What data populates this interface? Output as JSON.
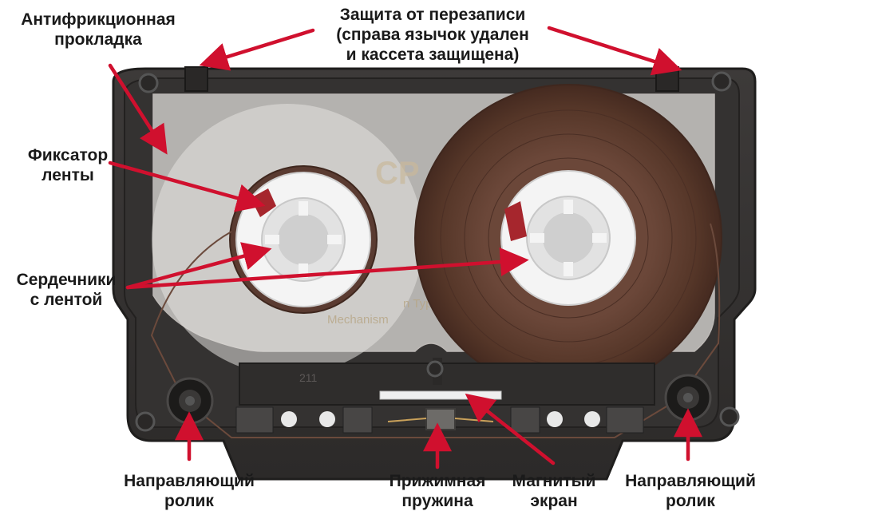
{
  "colors": {
    "arrow": "#d0102e",
    "shell": "#3b3938",
    "shell_edge": "#1f1e1d",
    "window": "#d9d6d4",
    "tape": "#5a3b31",
    "hub": "#f4f4f4",
    "latch": "#a6262d"
  },
  "labels": {
    "liner": [
      "Антифрикционная",
      "прокладка"
    ],
    "write_protect": [
      "Защита от перезаписи",
      "(справа язычок удален",
      "и кассета защищена)"
    ],
    "tape_clamp": [
      "Фиксатор",
      "ленты"
    ],
    "hubs": [
      "Сердечники",
      "с лентой"
    ],
    "guide_left": [
      "Направляющий",
      "ролик"
    ],
    "pressure_spring": [
      "Прижимная",
      "пружина"
    ],
    "magnetic_screen": [
      "Магнитый",
      "экран"
    ],
    "guide_right": [
      "Направляющий",
      "ролик"
    ]
  },
  "embossed_text": {
    "window_logo": "CP",
    "type_line": "n Type I",
    "mechanism_line": "Mechanism",
    "shell_mark": "211"
  },
  "icons": {
    "arrowhead": "arrowhead-icon",
    "screw": "screw-icon",
    "guide_roller": "guide-roller-icon"
  }
}
